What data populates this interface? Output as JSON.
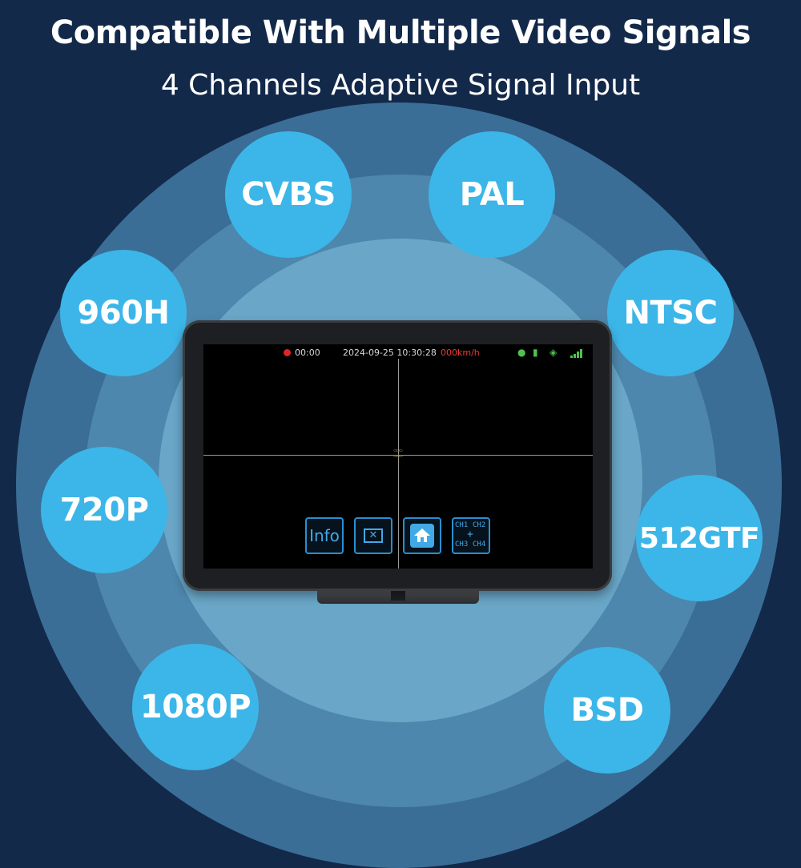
{
  "headline": {
    "title": "Compatible With Multiple Video Signals",
    "subtitle": "4 Channels Adaptive Signal Input"
  },
  "signals": [
    "CVBS",
    "PAL",
    "960H",
    "NTSC",
    "720P",
    "512GTF",
    "1080P",
    "BSD"
  ],
  "colors": {
    "background": "#13294a",
    "ring_outer": "#3a6e97",
    "ring_mid": "#4d87ad",
    "ring_inner": "#6aa6c7",
    "bubble": "#3cb6e8",
    "screen_button": "#41a9e6",
    "recording": "#e02525"
  },
  "monitor": {
    "status": {
      "rec_time": "00:00",
      "datetime": "2024-09-25 10:30:28",
      "speed": "000km/h"
    },
    "status_icons": [
      "gps-icon",
      "sd-card-icon",
      "wifi-icon",
      "signal-bars-icon"
    ],
    "buttons": {
      "info": "Info",
      "close_glyph": "✕",
      "ch1": "CH1",
      "ch2": "CH2",
      "ch3": "CH3",
      "ch4": "CH4",
      "plus": "+"
    }
  }
}
